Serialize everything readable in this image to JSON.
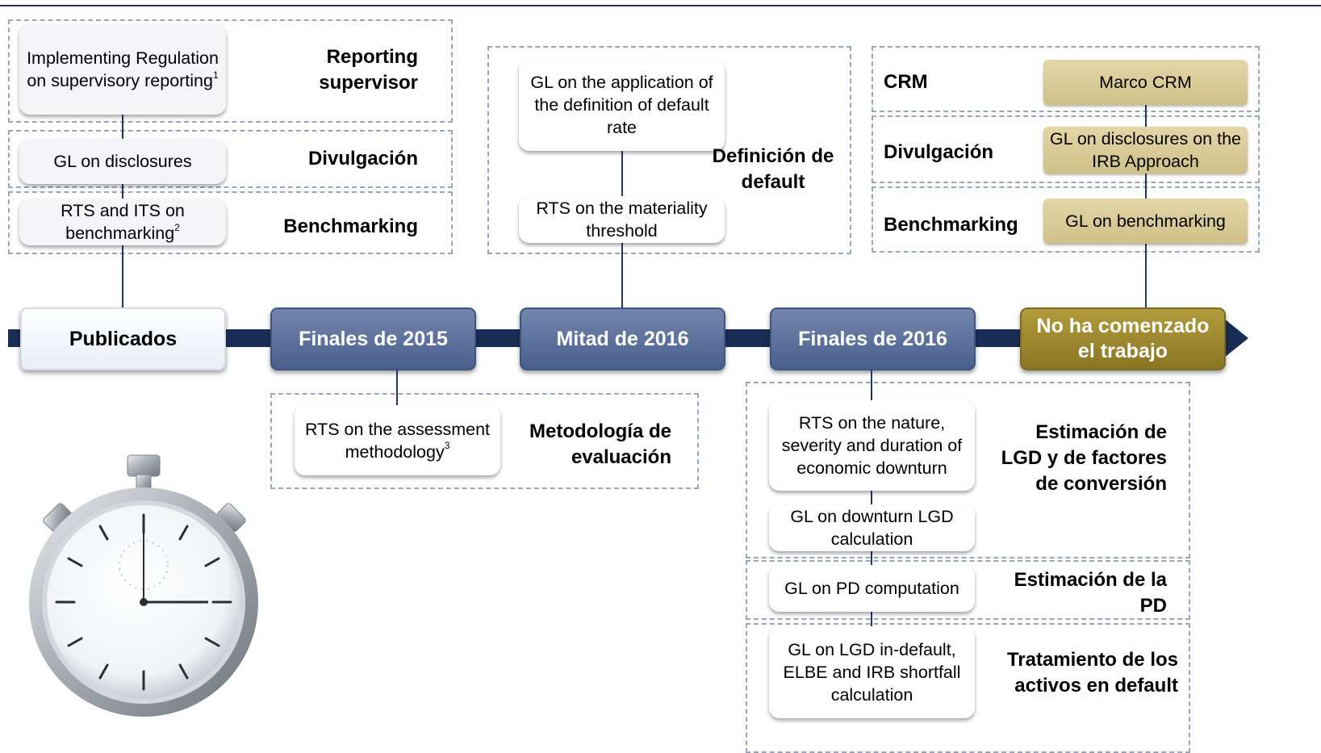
{
  "timeline": {
    "milestones": [
      {
        "label": "Publicados"
      },
      {
        "label": "Finales de 2015"
      },
      {
        "label": "Mitad de 2016"
      },
      {
        "label": "Finales de 2016"
      },
      {
        "label": "No ha comenzado el trabajo"
      }
    ]
  },
  "publicados": {
    "reporting": {
      "box": "Implementing Regulation on supervisory reporting",
      "sup": "1",
      "label": "Reporting supervisor"
    },
    "divulgacion": {
      "box": "GL on disclosures",
      "label": "Divulgación"
    },
    "benchmarking": {
      "box": "RTS and ITS on benchmarking",
      "sup": "2",
      "label": "Benchmarking"
    }
  },
  "finales_2015": {
    "metodologia": {
      "box": "RTS on the assessment methodology",
      "sup": "3",
      "label": "Metodología de evaluación"
    }
  },
  "mitad_2016": {
    "definicion": {
      "box1": "GL on the application of the definition of default rate",
      "box2": "RTS on the materiality threshold",
      "label": "Definición de default"
    }
  },
  "finales_2016": {
    "lgd": {
      "box1": "RTS on the nature, severity and duration of economic downturn",
      "box2": "GL on downturn LGD calculation",
      "label": "Estimación de LGD y de factores de conversión"
    },
    "pd": {
      "box": "GL on PD computation",
      "label": "Estimación de la PD"
    },
    "default": {
      "box": "GL on LGD in-default, ELBE and IRB shortfall calculation",
      "label": "Tratamiento de los activos en default"
    }
  },
  "no_comenzado": {
    "crm": {
      "label": "CRM",
      "box": "Marco CRM"
    },
    "divulgacion": {
      "label": "Divulgación",
      "box": "GL on disclosures on the IRB Approach"
    },
    "benchmarking": {
      "label": "Benchmarking",
      "box": "GL on benchmarking"
    }
  },
  "colors": {
    "navy": "#1a2e55",
    "milestone_blue": "#536894",
    "gold": "#9e8a30",
    "gold_box": "#d9cc98"
  },
  "icons": {
    "stopwatch": "stopwatch-icon"
  }
}
